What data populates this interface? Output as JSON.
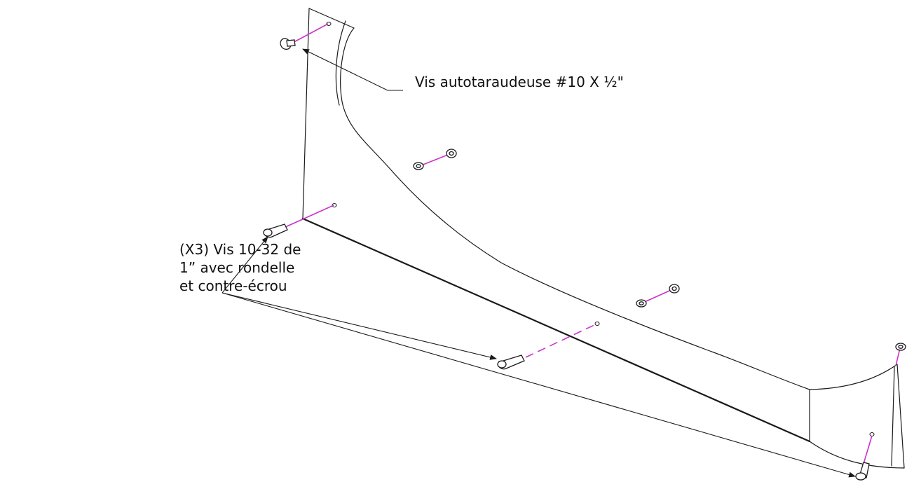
{
  "callouts": {
    "self_tapping_screw": "Vis autotaraudeuse #10 X ½\"",
    "bolt_kit": {
      "line1": "(X3) Vis 10-32 de",
      "line2": "1” avec rondelle",
      "line3": "et contre-écrou"
    }
  },
  "colors": {
    "line": "#1a1a1a",
    "axis": "#cc33cc",
    "background": "#ffffff"
  }
}
